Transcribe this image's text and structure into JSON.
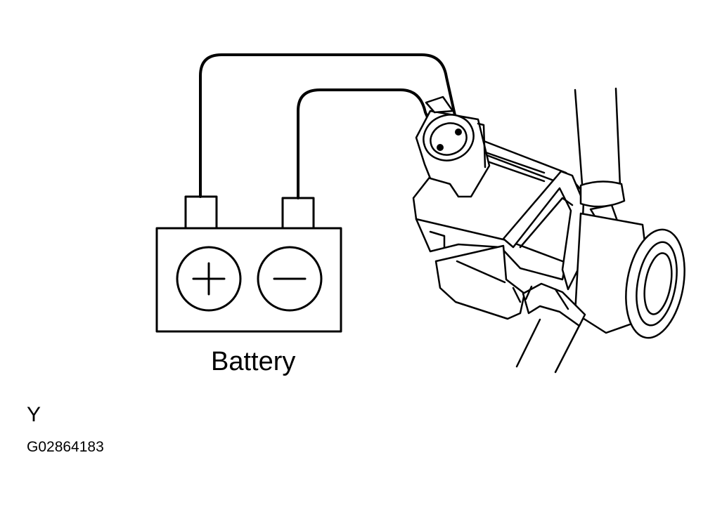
{
  "battery": {
    "label": "Battery",
    "positive_symbol": "plus-icon",
    "negative_symbol": "minus-icon"
  },
  "view_letter": "Y",
  "figure_id": "G02864183",
  "colors": {
    "line": "#000000",
    "background": "#ffffff"
  }
}
